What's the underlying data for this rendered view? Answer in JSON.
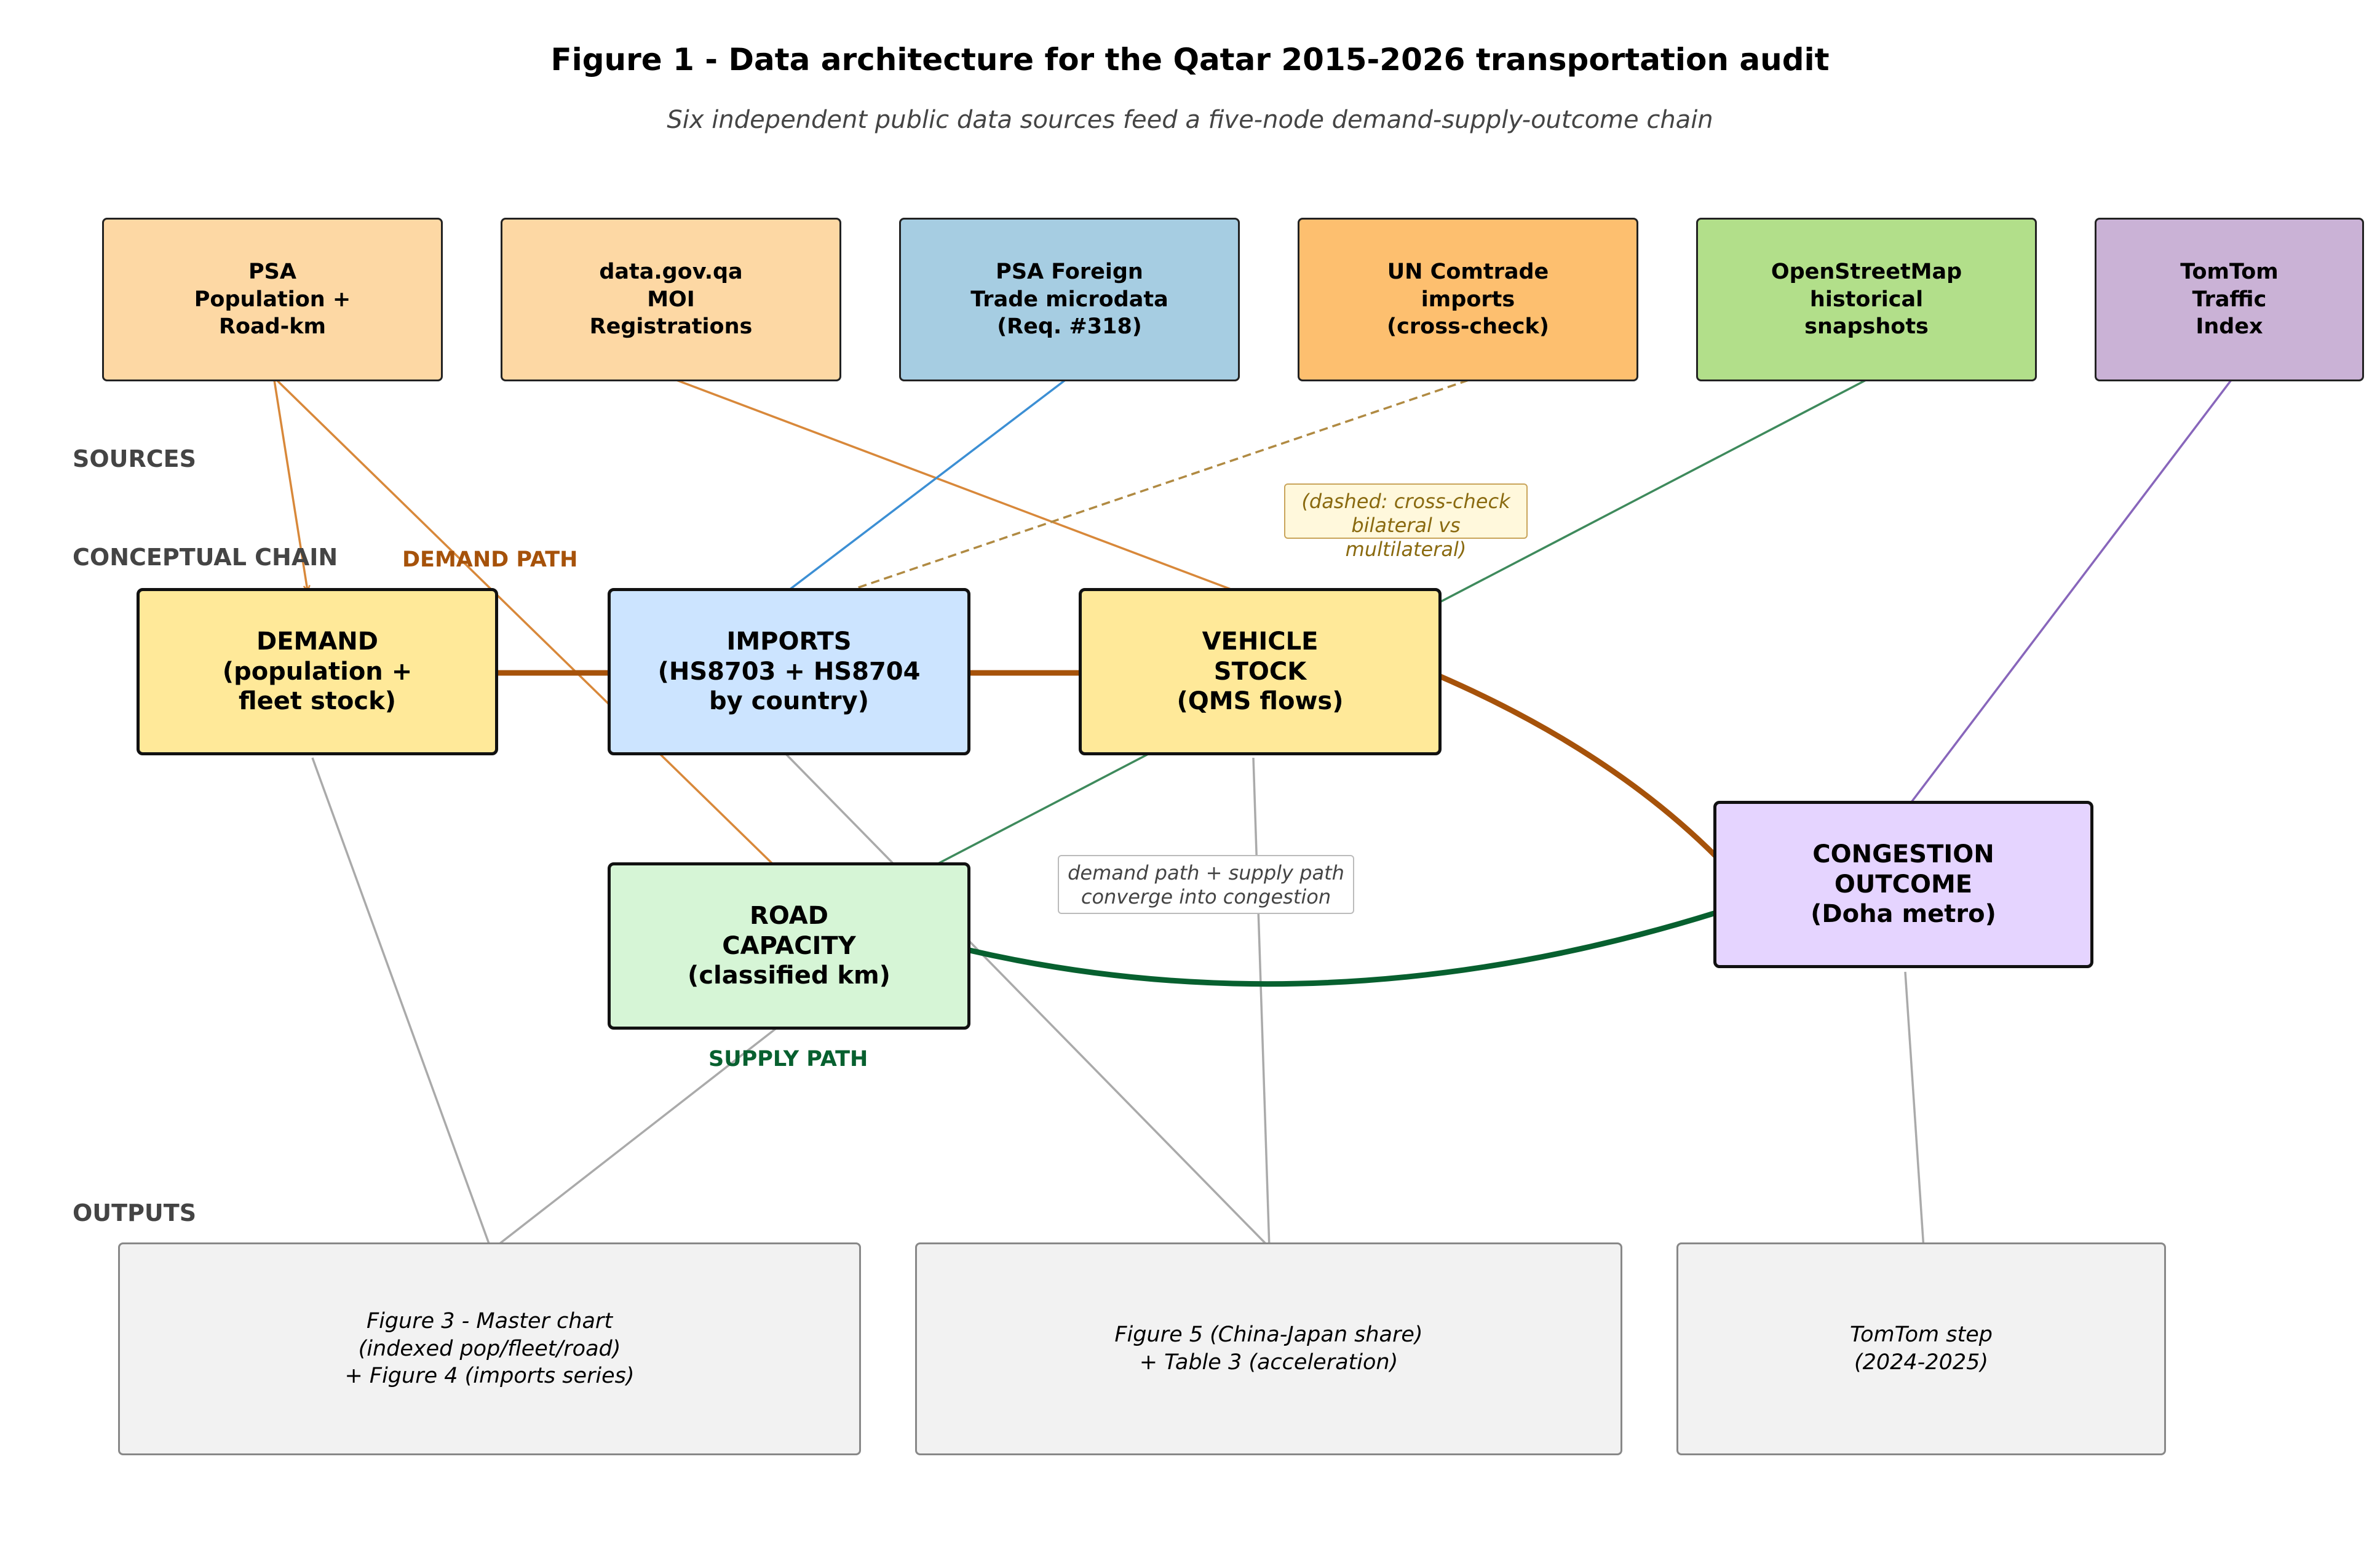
{
  "figure": {
    "title": "Figure 1 - Data architecture for the Qatar 2015-2026 transportation audit",
    "subtitle": "Six independent public data sources feed a five-node demand-supply-outcome chain"
  },
  "sections": {
    "sources": "SOURCES",
    "chain": "CONCEPTUAL CHAIN",
    "outputs": "OUTPUTS"
  },
  "sources": [
    {
      "id": "psa",
      "label": "PSA\nPopulation +\nRoad-km",
      "color": "#fdd8a4"
    },
    {
      "id": "moi",
      "label": "data.gov.qa\nMOI\nRegistrations",
      "color": "#fdd8a4"
    },
    {
      "id": "trade",
      "label": "PSA Foreign\nTrade microdata\n(Req. #318)",
      "color": "#a6cde2"
    },
    {
      "id": "comtrade",
      "label": "UN Comtrade\nimports\n(cross-check)",
      "color": "#fdbf6f"
    },
    {
      "id": "osm",
      "label": "OpenStreetMap\nhistorical\nsnapshots",
      "color": "#b2df8a"
    },
    {
      "id": "tomtom",
      "label": "TomTom\nTraffic\nIndex",
      "color": "#cab2d6"
    }
  ],
  "nodes": [
    {
      "id": "demand",
      "label": "DEMAND\n(population +\nfleet stock)",
      "color": "#ffe999"
    },
    {
      "id": "imports",
      "label": "IMPORTS\n(HS8703 + HS8704\nby country)",
      "color": "#cce4ff"
    },
    {
      "id": "vehicle",
      "label": "VEHICLE\nSTOCK\n(QMS flows)",
      "color": "#ffe999"
    },
    {
      "id": "road",
      "label": "ROAD\nCAPACITY\n(classified km)",
      "color": "#d6f5d6"
    },
    {
      "id": "congestion",
      "label": "CONGESTION\nOUTCOME\n(Doha metro)",
      "color": "#e5d4ff"
    }
  ],
  "outputs": [
    {
      "id": "out1",
      "label": "Figure 3 - Master chart\n(indexed pop/fleet/road)\n+ Figure 4 (imports series)"
    },
    {
      "id": "out2",
      "label": "Figure 5 (China-Japan share)\n+ Table 3 (acceleration)"
    },
    {
      "id": "out3",
      "label": "TomTom step\n(2024-2025)"
    }
  ],
  "labels": {
    "demand_path": "DEMAND PATH",
    "supply_path": "SUPPLY PATH",
    "cross_check_note": "(dashed: cross-check\nbilateral vs multilateral)",
    "converge_note": "demand path + supply path\nconverge into congestion"
  },
  "colors": {
    "demand_path": "#a6520a",
    "supply_path": "#07602f",
    "source_orange": "#d8883a",
    "source_blue": "#3c8fd4",
    "source_dashed": "#b08a42",
    "source_green": "#3e8a5c",
    "source_purple": "#8866bb",
    "output_gray": "#aaaaaa"
  }
}
